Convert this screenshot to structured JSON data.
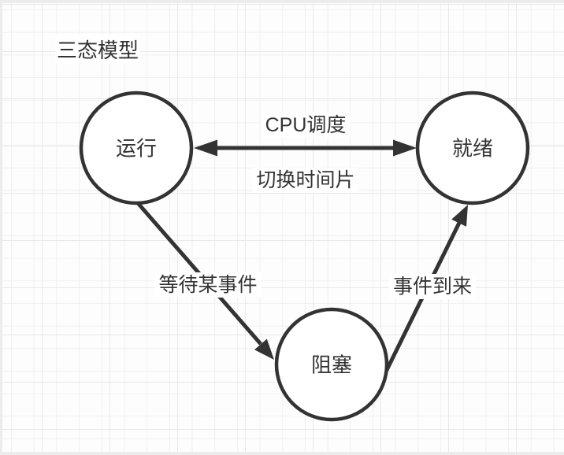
{
  "canvas": {
    "title": "三态模型",
    "background": "#fdfdfd",
    "grid_minor_color": "#f0f0f0",
    "grid_major_color": "#e9e9e9",
    "stroke_color": "#333333",
    "text_color": "#333333"
  },
  "nodes": [
    {
      "id": "running",
      "label": "运行",
      "shape": "circle"
    },
    {
      "id": "ready",
      "label": "就绪",
      "shape": "circle"
    },
    {
      "id": "blocked",
      "label": "阻塞",
      "shape": "circle"
    }
  ],
  "edges": [
    {
      "from": "running",
      "to": "ready",
      "style": "double-arrow",
      "label_above": "CPU调度",
      "label_below": "切换时间片"
    },
    {
      "from": "running",
      "to": "blocked",
      "style": "arrow",
      "label": "等待某事件"
    },
    {
      "from": "blocked",
      "to": "ready",
      "style": "arrow",
      "label": "事件到来"
    }
  ]
}
